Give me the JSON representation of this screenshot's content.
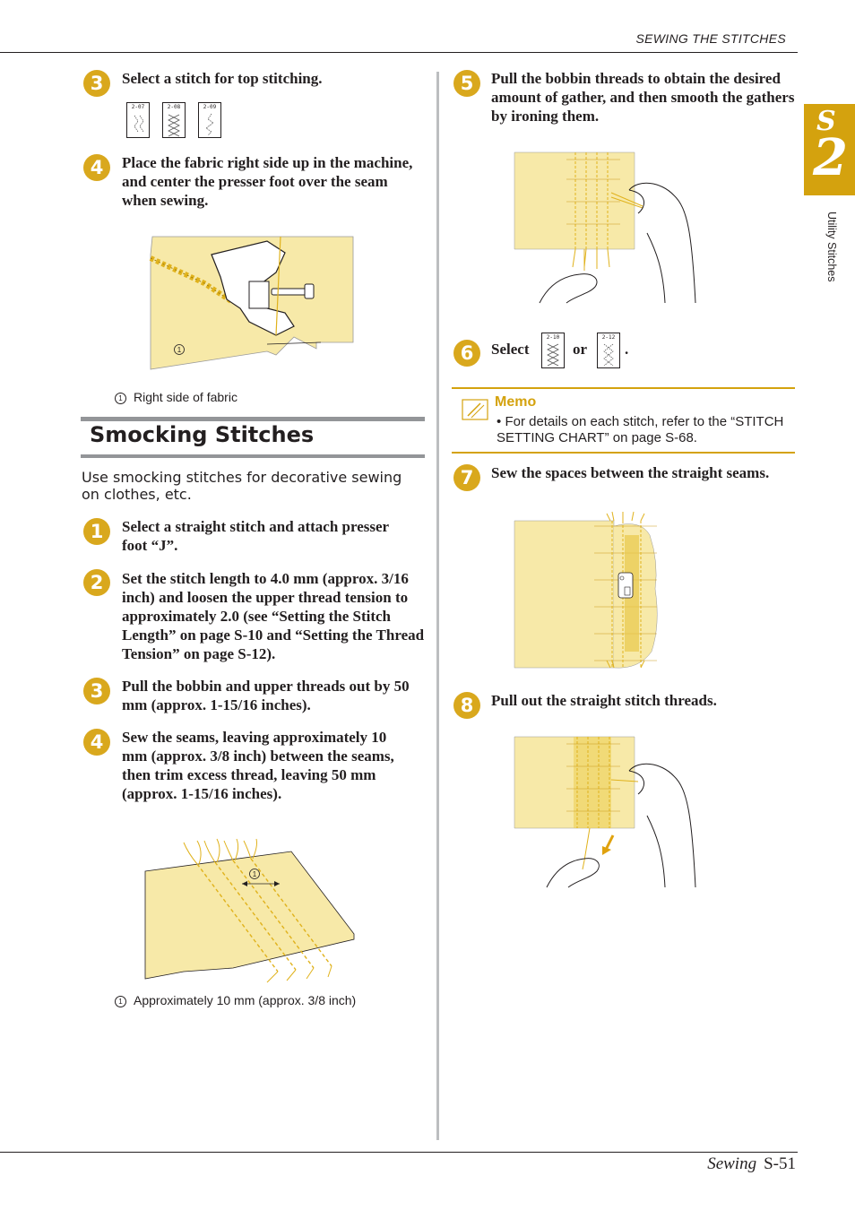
{
  "header": {
    "section": "SEWING THE STITCHES"
  },
  "tab": {
    "letter": "S",
    "number": "2",
    "side_label": "Utility Stitches"
  },
  "left": {
    "top_steps": [
      {
        "num": "3",
        "text": "Select a stitch for top stitching."
      },
      {
        "num": "4",
        "text": "Place the fabric right side up in the machine, and center the presser foot over the seam when sewing."
      }
    ],
    "stitch_codes": [
      "2-07",
      "2-08",
      "2-09"
    ],
    "figure1": {
      "callout": "1",
      "caption": "Right side of fabric"
    },
    "section_title": "Smocking Stitches",
    "intro": "Use smocking stitches for decorative sewing on clothes, etc.",
    "steps": [
      {
        "num": "1",
        "text": "Select a straight stitch and attach presser foot “J”."
      },
      {
        "num": "2",
        "text": "Set the stitch length to 4.0 mm (approx. 3/16 inch) and loosen the upper thread tension to approximately 2.0 (see “Setting the Stitch Length” on page S-10 and “Setting the Thread Tension” on page S-12)."
      },
      {
        "num": "3",
        "text": "Pull the bobbin and upper threads out by 50 mm (approx. 1-15/16 inches)."
      },
      {
        "num": "4",
        "text": "Sew the seams, leaving approximately 10 mm (approx. 3/8 inch) between the seams, then trim excess thread, leaving 50 mm (approx. 1-15/16 inches)."
      }
    ],
    "figure2": {
      "callout": "1",
      "caption": "Approximately 10 mm (approx. 3/8 inch)"
    }
  },
  "right": {
    "step5": {
      "num": "5",
      "text": "Pull the bobbin threads to obtain the desired amount of gather, and then smooth the gathers by ironing them."
    },
    "step6": {
      "num": "6",
      "select": "Select",
      "or": "or",
      "end": ".",
      "codes": [
        "2-10",
        "2-12"
      ]
    },
    "memo": {
      "title": "Memo",
      "bullet": "•",
      "text": "For details on each stitch, refer to the “STITCH SETTING CHART” on page S-68."
    },
    "step7": {
      "num": "7",
      "text": "Sew the spaces between the straight seams."
    },
    "step8": {
      "num": "8",
      "text": "Pull out the straight stitch threads."
    }
  },
  "footer": {
    "label": "Sewing",
    "page": "S-51"
  },
  "colors": {
    "accent": "#d4a20e",
    "fabric": "#f7e9a8",
    "thread": "#e0b21c"
  }
}
